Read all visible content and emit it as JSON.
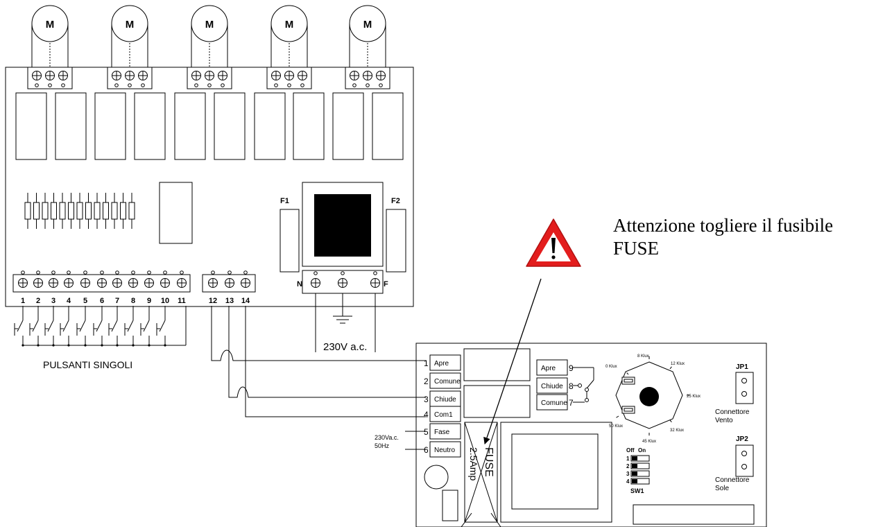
{
  "motors": [
    "M",
    "M",
    "M",
    "M",
    "M"
  ],
  "main_board": {
    "fuse_left": "F1",
    "fuse_right": "F2",
    "neutral": "N",
    "phase": "F",
    "terminals_a": [
      "1",
      "2",
      "3",
      "4",
      "5",
      "6",
      "7",
      "8",
      "9",
      "10",
      "11"
    ],
    "terminals_b": [
      "12",
      "13",
      "14"
    ],
    "mains_label": "230V a.c.",
    "buttons_label": "PULSANTI SINGOLI"
  },
  "note": {
    "line1": "Attenzione togliere il fusibile",
    "line2": "FUSE"
  },
  "control_board": {
    "terminals_left": [
      {
        "num": "1",
        "label": "Apre"
      },
      {
        "num": "2",
        "label": "Comune"
      },
      {
        "num": "3",
        "label": "Chiude"
      },
      {
        "num": "4",
        "label": "Com1"
      },
      {
        "num": "5",
        "label": "Fase"
      },
      {
        "num": "6",
        "label": "Neutro"
      }
    ],
    "terminals_right": [
      {
        "num": "9",
        "label": "Apre"
      },
      {
        "num": "8",
        "label": "Chiude"
      },
      {
        "num": "7",
        "label": "Comune"
      }
    ],
    "supply_line1": "230Va.c.",
    "supply_line2": "50Hz",
    "fuse_label": "FUSE",
    "fuse_rating": "2.5Amp",
    "dial_labels": [
      "0 Klux",
      "8 Klux",
      "12 Klux",
      "25 Klux",
      "32 Klux",
      "45 Klux",
      "50 Klux"
    ],
    "jp1": "JP1",
    "jp2": "JP2",
    "wind_line1": "Connettore",
    "wind_line2": "Vento",
    "sun_line1": "Connettore",
    "sun_line2": "Sole",
    "sw_off": "Off",
    "sw_on": "On",
    "sw_numbers": [
      "1",
      "2",
      "3",
      "4"
    ],
    "sw_label": "SW1"
  },
  "colors": {
    "line": "#000000",
    "warning_red": "#e31d1d",
    "warning_fill": "#ffffff"
  }
}
